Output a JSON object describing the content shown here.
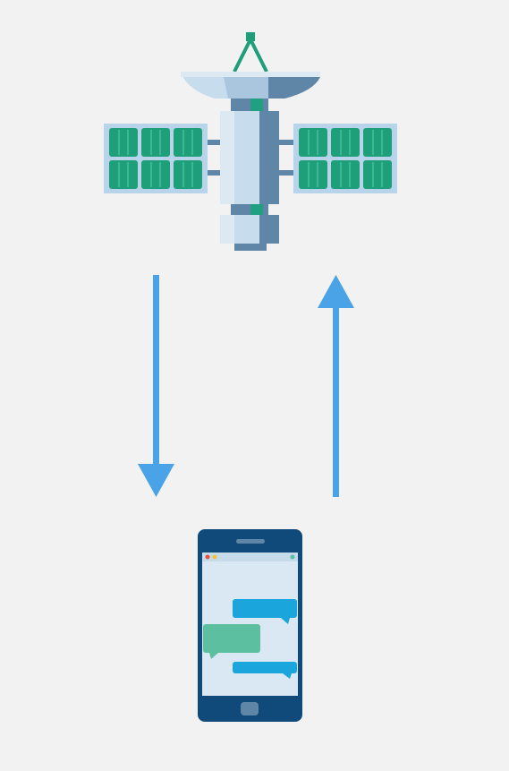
{
  "diagram": {
    "nodes": [
      {
        "id": "satellite",
        "icon": "satellite-icon"
      },
      {
        "id": "phone",
        "icon": "smartphone-icon"
      }
    ],
    "edges": [
      {
        "from": "satellite",
        "to": "phone",
        "direction": "down",
        "icon": "arrow-down-icon"
      },
      {
        "from": "phone",
        "to": "satellite",
        "direction": "up",
        "icon": "arrow-up-icon"
      }
    ]
  },
  "colors": {
    "background": "#f2f2f2",
    "arrow": "#4aa3e6",
    "satellite_body_light": "#c7dcec",
    "satellite_body_dark": "#5f86a6",
    "satellite_accent": "#20a080",
    "solar_cell": "#1f9e7a",
    "solar_frame": "#b8d4ea",
    "phone_frame": "#0f4a7a",
    "phone_screen": "#d9e8f3",
    "bubble_blue": "#1aa6dc",
    "bubble_green": "#5cc0a0"
  }
}
